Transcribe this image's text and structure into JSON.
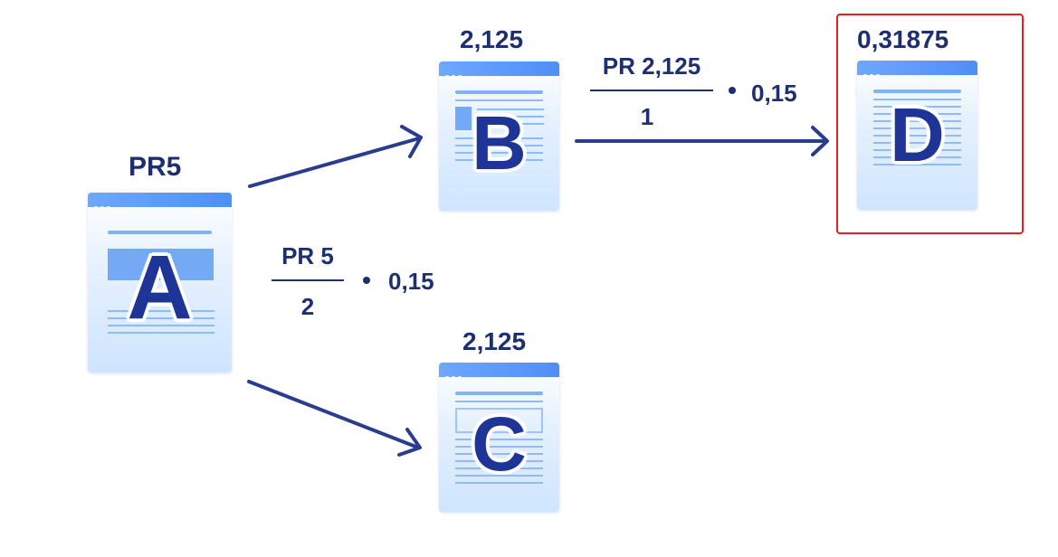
{
  "nodes": {
    "a": {
      "letter": "A",
      "value": "PR5"
    },
    "b": {
      "letter": "B",
      "value": "2,125"
    },
    "c": {
      "letter": "C",
      "value": "2,125"
    },
    "d": {
      "letter": "D",
      "value": "0,31875"
    }
  },
  "formulas": {
    "a_out": {
      "numerator": "PR 5",
      "denominator": "2",
      "factor": "0,15"
    },
    "b_to_d": {
      "numerator": "PR 2,125",
      "denominator": "1",
      "factor": "0,15"
    }
  },
  "colors": {
    "arrow": "#2a3c90",
    "text": "#1d2f6f",
    "letter": "#1e3496",
    "page_bar": "#5b9bf8",
    "highlight": "#e31e24"
  }
}
